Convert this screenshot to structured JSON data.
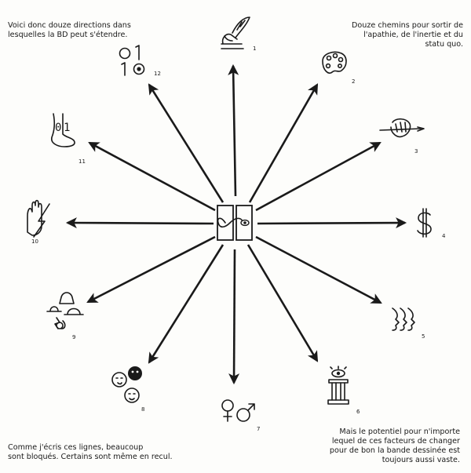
{
  "captions": {
    "top_left": "Voici donc douze directions dans\nlesquelles la BD peut s'étendre.",
    "top_right": "Douze chemins pour sortir de\nl'apathie, de l'inertie et du\nstatu quo.",
    "bottom_left": "Comme j'écris ces lignes, beaucoup\nsont bloqués. Certains sont même en recul.",
    "bottom_right": "Mais le potentiel pour n'importe\nlequel de ces facteurs de changer\npour de bon la bande dessinée est\ntoujours aussi vaste."
  },
  "directions": [
    {
      "number": "1",
      "icon": "quill-hand-icon"
    },
    {
      "number": "2",
      "icon": "palette-icon"
    },
    {
      "number": "3",
      "icon": "fist-brush-icon"
    },
    {
      "number": "4",
      "icon": "dollar-sign-icon"
    },
    {
      "number": "5",
      "icon": "faces-row-icon"
    },
    {
      "number": "6",
      "icon": "eye-pedestal-icon"
    },
    {
      "number": "7",
      "icon": "gender-symbols-icon"
    },
    {
      "number": "8",
      "icon": "heads-group-icon"
    },
    {
      "number": "9",
      "icon": "hats-cluster-icon"
    },
    {
      "number": "10",
      "icon": "lightning-hand-icon"
    },
    {
      "number": "11",
      "icon": "binary-foot-icon"
    },
    {
      "number": "12",
      "icon": "binary-digits-icon"
    }
  ],
  "center_icon": "infinity-eye-panels-icon",
  "colors": {
    "ink": "#1a1a1a",
    "paper": "#fdfdfb"
  }
}
